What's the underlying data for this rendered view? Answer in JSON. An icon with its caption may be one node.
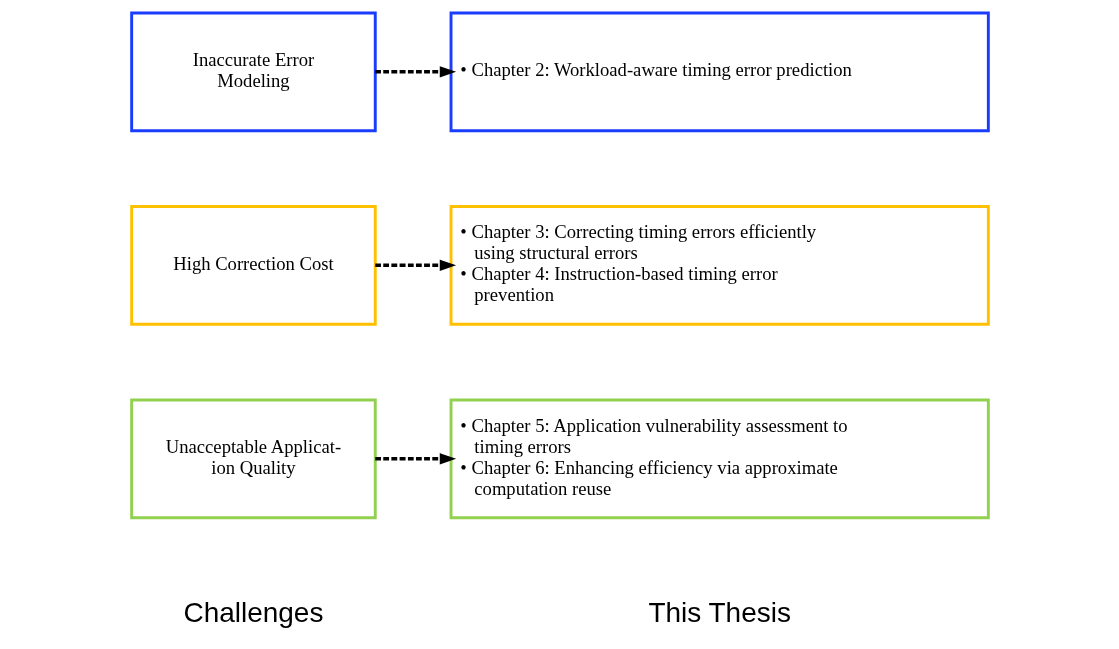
{
  "diagram": {
    "nodes": [
      {
        "text": [
          "Unacceptable Applicat- ion Quality"
        ]
      },
      {
        "text": [
          "• Chapter 5: Application vulnerability assessment to timing errors",
          "• Chapter 6: Enhancing efficiency via approximate computation reuse"
        ]
      },
      {
        "text": [
          "High Correction Cost"
        ]
      },
      {
        "text": [
          "• Chapter 3: Correcting timing errors efficiently using structural errors",
          "• Chapter 4: Instruction-based timing error prevention"
        ]
      },
      {
        "text": [
          "Inaccurate Error Modeling"
        ]
      },
      {
        "text": [
          "• Chapter 2: Workload-aware timing error prediction"
        ]
      }
    ],
    "edges": [
      {
        "from": 0,
        "to": 1,
        "arrow": "to",
        "style": "dashed"
      },
      {
        "from": 2,
        "to": 3,
        "arrow": "to",
        "style": "dashed"
      },
      {
        "from": 4,
        "to": 5,
        "arrow": "to",
        "style": "dashed"
      }
    ],
    "labels": [
      "Challenges",
      "This Thesis"
    ]
  }
}
